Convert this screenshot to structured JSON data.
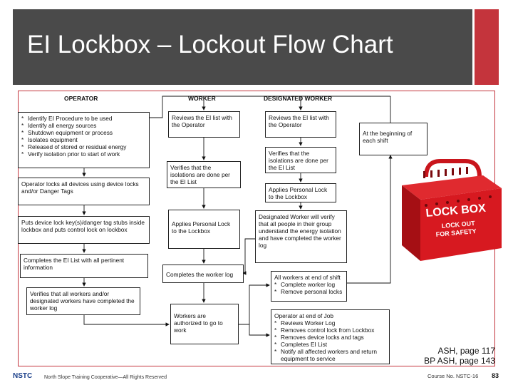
{
  "slide": {
    "title": "EI Lockbox – Lockout Flow Chart",
    "accent_color": "#c4343c",
    "header_color": "#4a4a4a"
  },
  "columns": {
    "operator": "OPERATOR",
    "worker": "WORKER",
    "designated": "DESIGNATED WORKER"
  },
  "operator_boxes": {
    "b1_items": [
      "Identify EI Procedure to be used",
      "Identify all energy sources",
      "Shutdown equipment or process",
      "Isolates equipment",
      "Released of stored or residual energy",
      "Verify isolation prior to start of work"
    ],
    "b2": "Operator locks all devices using device locks and/or Danger Tags",
    "b3": "Puts device lock key(s)/danger tag stubs inside lockbox and puts control lock on lockbox",
    "b4": "Completes the EI List with all pertinent information",
    "b5": "Verifies that all workers and/or designated workers have completed the worker log"
  },
  "worker_boxes": {
    "w1": "Reviews the EI list with the Operator",
    "w2": "Verifies that the isolations are done per the EI List",
    "w3": "Applies Personal Lock to the Lockbox",
    "w4": "Completes the worker log",
    "w5": "Workers are authorized to go to work"
  },
  "designated_boxes": {
    "d1": "Reviews the EI list with the Operator",
    "d2": "Verifies that the isolations are done per the EI List",
    "d3": "Applies Personal Lock to the Lockbox",
    "d4": "Designated Worker will verify that all people in their group understand the energy isolation and have completed the worker log"
  },
  "right_boxes": {
    "shift": "At the beginning of each shift",
    "end_shift_lead": "All workers at end of shift",
    "end_shift_items": [
      "Complete worker log",
      "Remove personal locks"
    ],
    "end_job_lead": "Operator at end of Job",
    "end_job_items": [
      "Reviews Worker Log",
      "Removes control lock from Lockbox",
      "Removes device locks and tags",
      "Completes EI List",
      "Notify all affected workers and return equipment to service"
    ]
  },
  "lockbox_image": {
    "line1": "LOCK BOX",
    "line2": "LOCK OUT",
    "line3": "FOR SAFETY",
    "color": "#d71920"
  },
  "references": {
    "ref1": "ASH, page 117",
    "ref2": "BP ASH, page 143"
  },
  "footer": {
    "logo": "NSTC",
    "org": "North Slope Training Cooperative—All Rights Reserved",
    "course": "Course No. NSTC-16",
    "page": "83"
  }
}
